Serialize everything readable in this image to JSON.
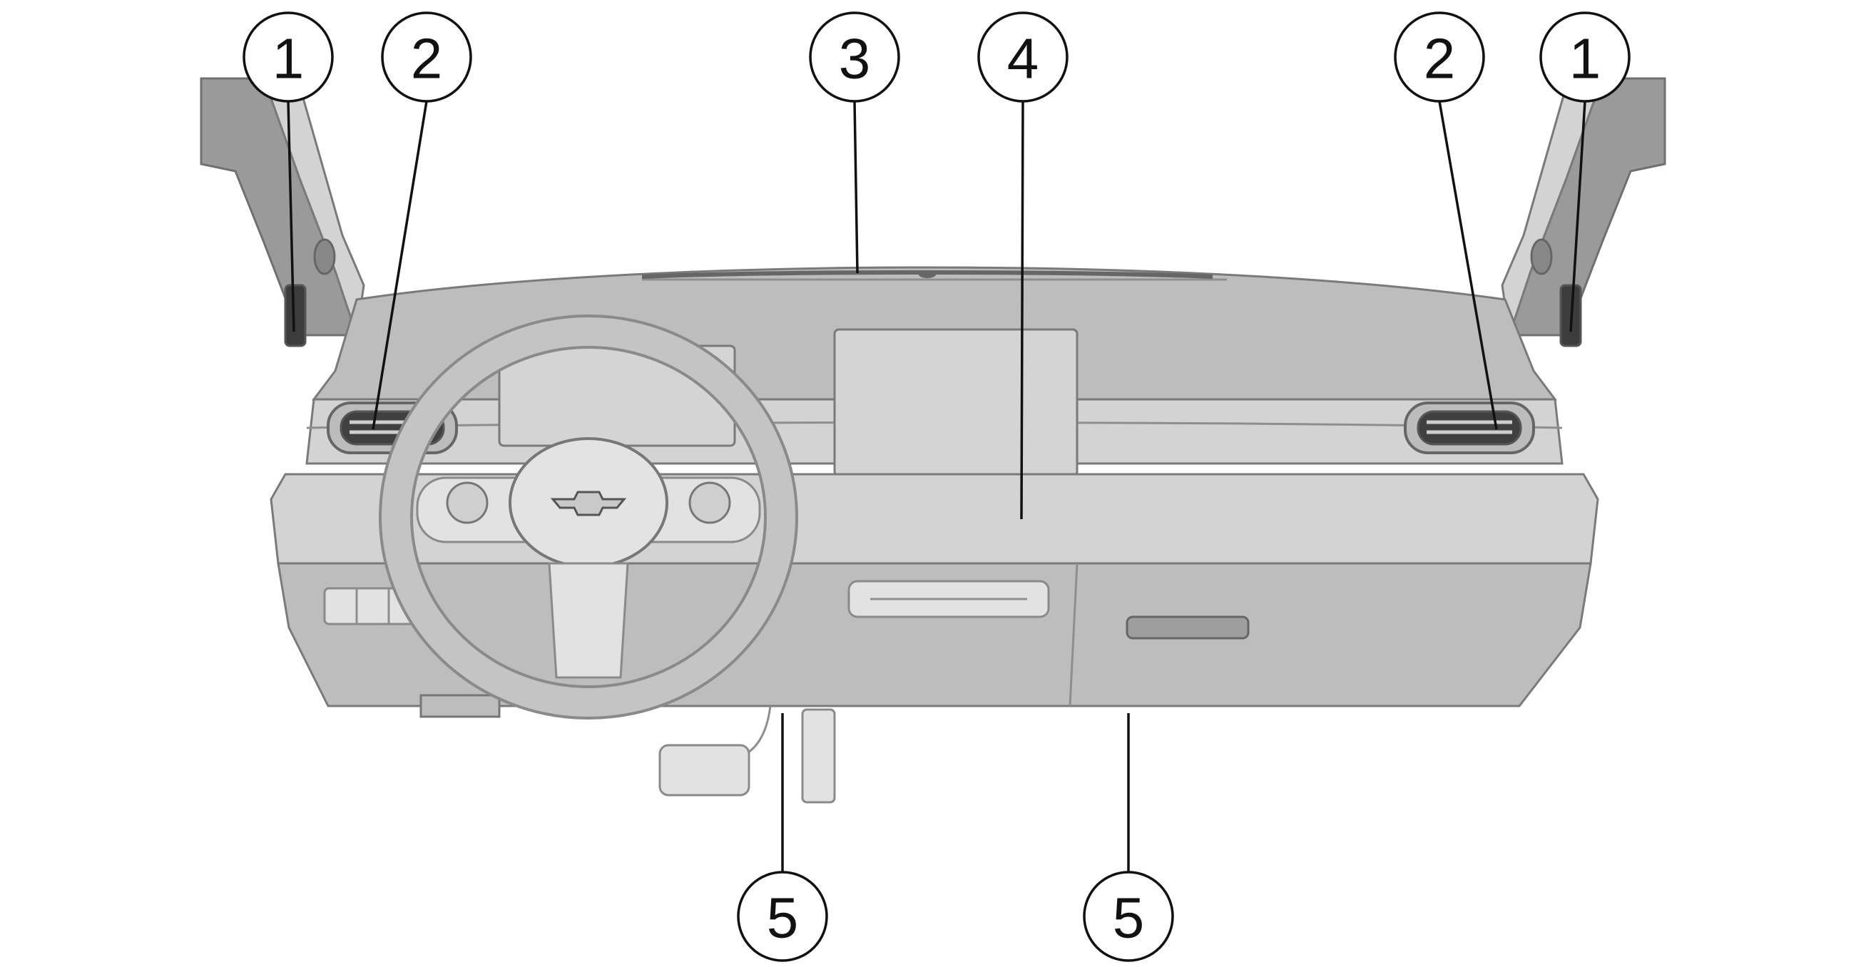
{
  "diagram": {
    "callouts": [
      {
        "id": "c1-left",
        "label": "1"
      },
      {
        "id": "c2-left",
        "label": "2"
      },
      {
        "id": "c3",
        "label": "3"
      },
      {
        "id": "c4",
        "label": "4"
      },
      {
        "id": "c2-right",
        "label": "2"
      },
      {
        "id": "c1-right",
        "label": "1"
      },
      {
        "id": "c5-left",
        "label": "5"
      },
      {
        "id": "c5-right",
        "label": "5"
      }
    ]
  }
}
